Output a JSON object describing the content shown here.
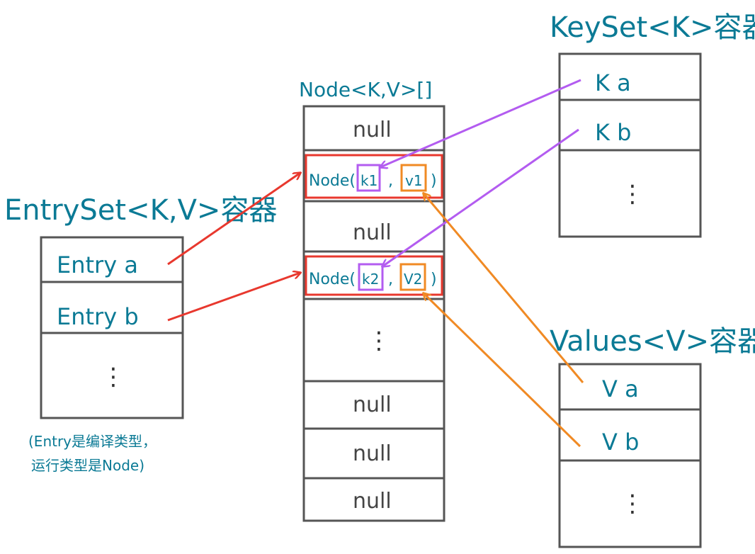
{
  "colors": {
    "ink": "#0b7a95",
    "red": "#e8382e",
    "purple": "#b35cf0",
    "orange": "#f08a24",
    "box": "#555555"
  },
  "entryset": {
    "title": "EntrySet<K,V>容器",
    "rows": [
      "Entry  a",
      "Entry  b"
    ],
    "more": "⋮",
    "note_line1": "(Entry是编译类型，",
    "note_line2": "运行类型是Node)"
  },
  "nodes": {
    "title": "Node<K,V>[]",
    "null_label": "null",
    "node1": {
      "prefix": "Node(",
      "key": "k1",
      "sep": ",",
      "value": "v1",
      "suffix": ")"
    },
    "node2": {
      "prefix": "Node(",
      "key": "k2",
      "sep": ",",
      "value": "V2",
      "suffix": ")"
    },
    "more": "⋮"
  },
  "keyset": {
    "title": "KeySet<K>容器",
    "rows": [
      "K    a",
      "K    b"
    ],
    "more": "⋮"
  },
  "values": {
    "title": "Values<V>容器",
    "rows": [
      "V    a",
      "V    b"
    ],
    "more": "⋮"
  }
}
